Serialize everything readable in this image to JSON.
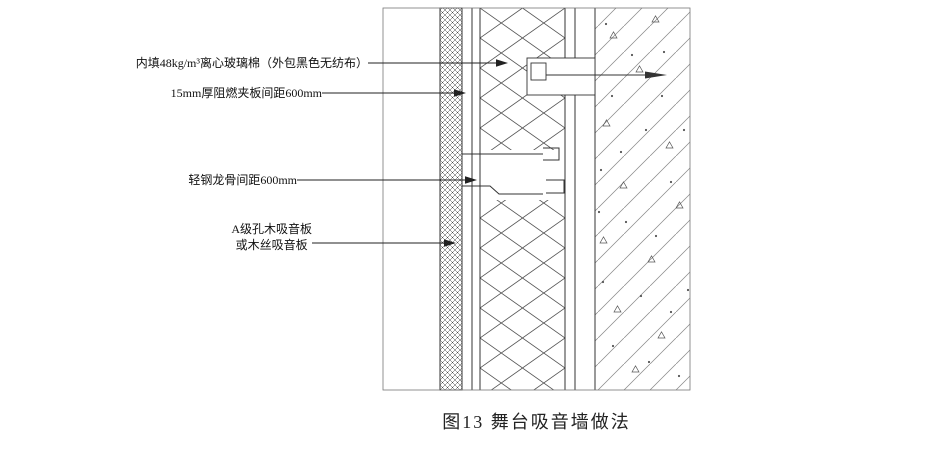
{
  "figure": {
    "caption": "图13 舞台吸音墙做法"
  },
  "labels": {
    "glass_wool": "内填48kg/m³离心玻璃棉（外包黑色无纺布）",
    "plywood": "15mm厚阻燃夹板间距600mm",
    "steel_keel": "轻钢龙骨间距600mm",
    "acoustic_panel_line1": "A级孔木吸音板",
    "acoustic_panel_line2": "或木丝吸音板"
  },
  "colors": {
    "line": "#333333",
    "hatch": "#777777",
    "background": "#ffffff",
    "text": "#111111"
  }
}
